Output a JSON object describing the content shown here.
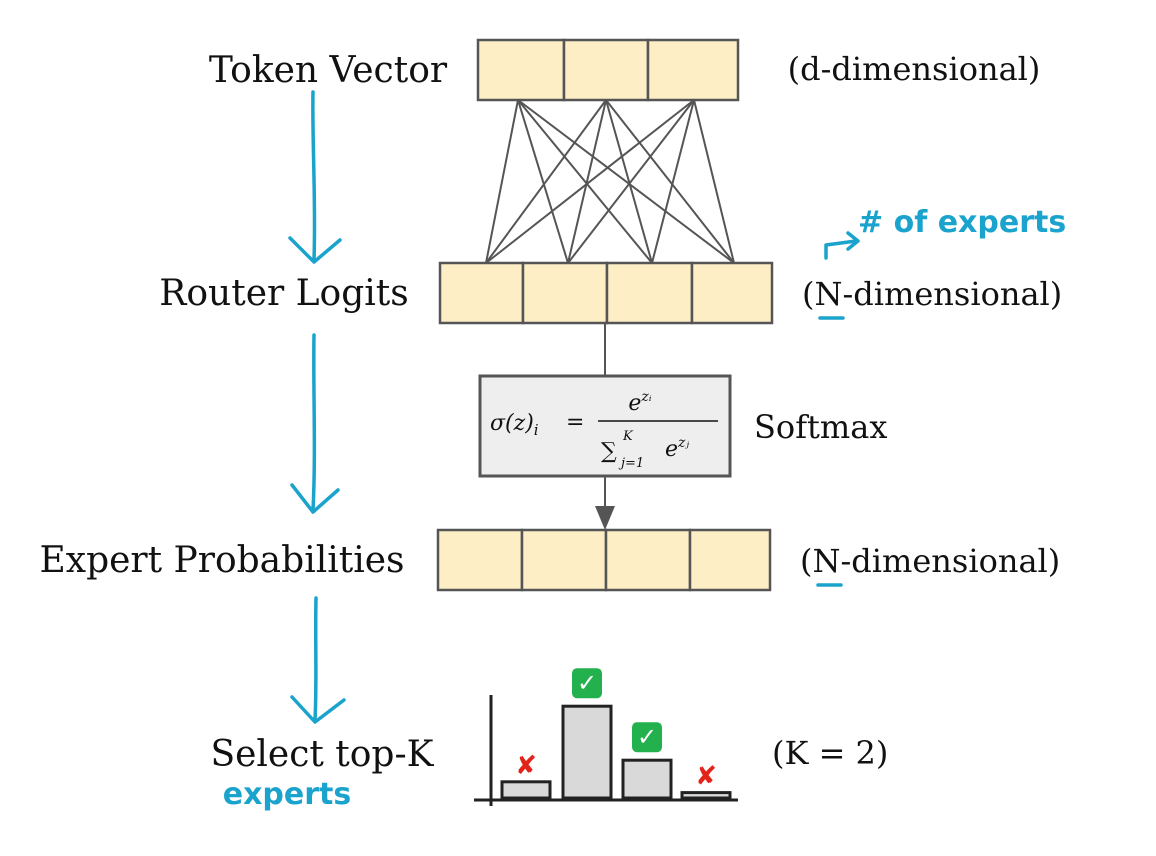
{
  "rows": [
    {
      "label": "Token Vector",
      "dimension": "(d-dimensional)",
      "cells": 3
    },
    {
      "label": "Router Logits",
      "dimension_open": "(",
      "dimension_var": "N",
      "dimension_rest": "-dimensional)",
      "cells": 4
    },
    {
      "label": "Expert Probabilities",
      "dimension_open": "(",
      "dimension_var": "N",
      "dimension_rest": "-dimensional)",
      "cells": 4
    },
    {
      "label": "Select top-K",
      "annotation": "experts",
      "note": "(K = 2)"
    }
  ],
  "softmax": {
    "label": "Softmax",
    "formula_lhs": "σ(z)",
    "formula_lhs_sub": "i",
    "formula_eq": "=",
    "numerator": "e",
    "numerator_exp": "zᵢ",
    "denominator_sum": "∑",
    "denominator_upper": "K",
    "denominator_lower": "j=1",
    "denominator_term": "e",
    "denominator_exp": "zⱼ"
  },
  "annotation": {
    "experts_count": "# of experts"
  },
  "topk": {
    "values": [
      0.15,
      0.85,
      0.35,
      0.05
    ],
    "selected": [
      false,
      true,
      true,
      false
    ],
    "check_glyph": "✓",
    "cross_glyph": "✘"
  },
  "colors": {
    "cell_fill": "#fdeec6",
    "accent_blue": "#1aa3cc",
    "check_green": "#22b14c",
    "cross_red": "#e2231a"
  }
}
